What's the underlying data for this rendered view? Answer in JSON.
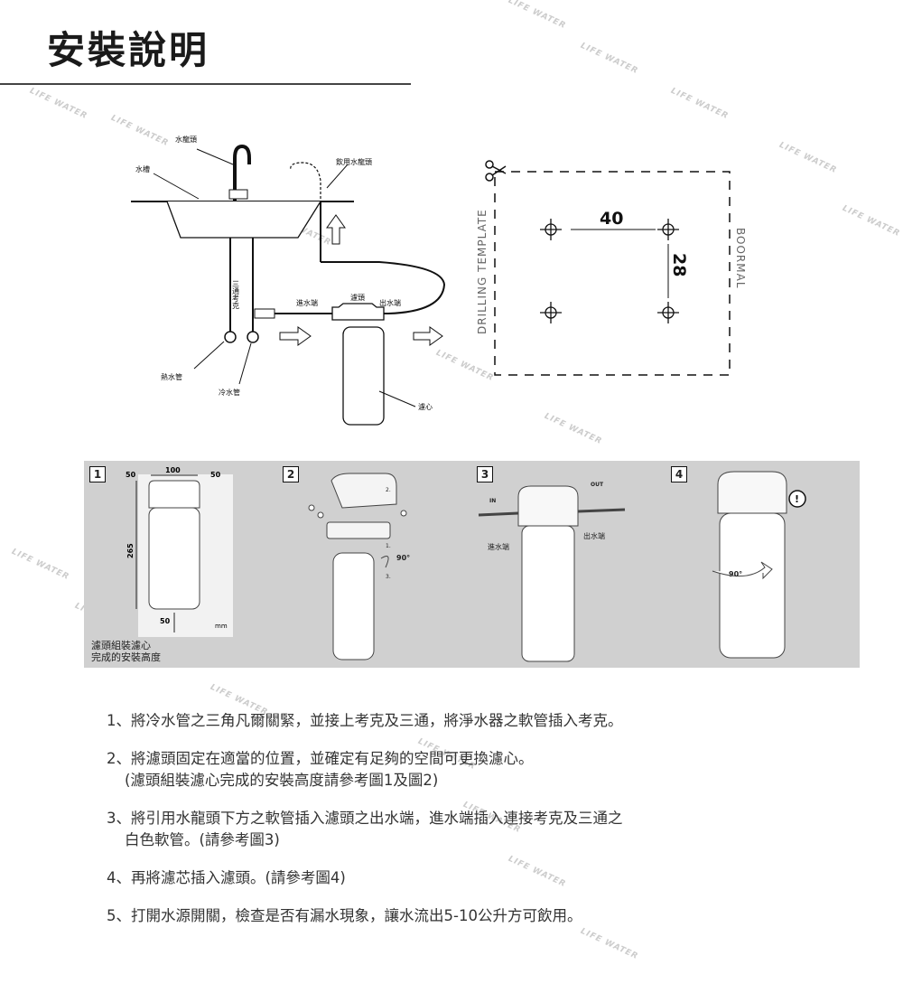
{
  "page": {
    "title": "安裝說明"
  },
  "watermark": "LIFE WATER",
  "diagram": {
    "labels": {
      "faucet": "水龍頭",
      "sink": "水槽",
      "drinking_faucet": "飲用水龍頭",
      "three_way_ball_valve": "三通考克",
      "inlet": "進水端",
      "filter_head": "濾頭",
      "outlet": "出水端",
      "hot_pipe": "熱水管",
      "cold_pipe": "冷水管",
      "cartridge": "濾心"
    }
  },
  "template": {
    "side_left": "DRILLING TEMPLATE",
    "side_right": "BOORMAL",
    "dim_horizontal": "40",
    "dim_vertical": "28"
  },
  "panels": [
    {
      "num": "1",
      "dim_top": "100",
      "dim_left_top": "50",
      "dim_right_top": "50",
      "dim_height": "265",
      "dim_bottom": "50",
      "unit": "mm",
      "caption_line1": "濾頭組裝濾心",
      "caption_line2": "完成的安裝高度"
    },
    {
      "num": "2",
      "callout1": "1.",
      "callout2": "2.",
      "callout3": "3.",
      "angle": "90°"
    },
    {
      "num": "3",
      "in_label": "IN",
      "out_label": "OUT",
      "inlet": "進水端",
      "outlet": "出水端"
    },
    {
      "num": "4",
      "angle": "90°",
      "alert": "!"
    }
  ],
  "steps": [
    {
      "text": "1、將冷水管之三角凡爾關緊，並接上考克及三通，將淨水器之軟管插入考克。"
    },
    {
      "text": "2、將濾頭固定在適當的位置，並確定有足夠的空間可更換濾心。",
      "sub": "(濾頭組裝濾心完成的安裝高度請參考圖1及圖2)"
    },
    {
      "text": "3、將引用水龍頭下方之軟管插入濾頭之出水端，進水端插入連接考克及三通之",
      "sub": "白色軟管。(請參考圖3)"
    },
    {
      "text": "4、再將濾芯插入濾頭。(請參考圖4)"
    },
    {
      "text": "5、打開水源開關，檢查是否有漏水現象，讓水流出5-10公升方可飲用。"
    }
  ]
}
